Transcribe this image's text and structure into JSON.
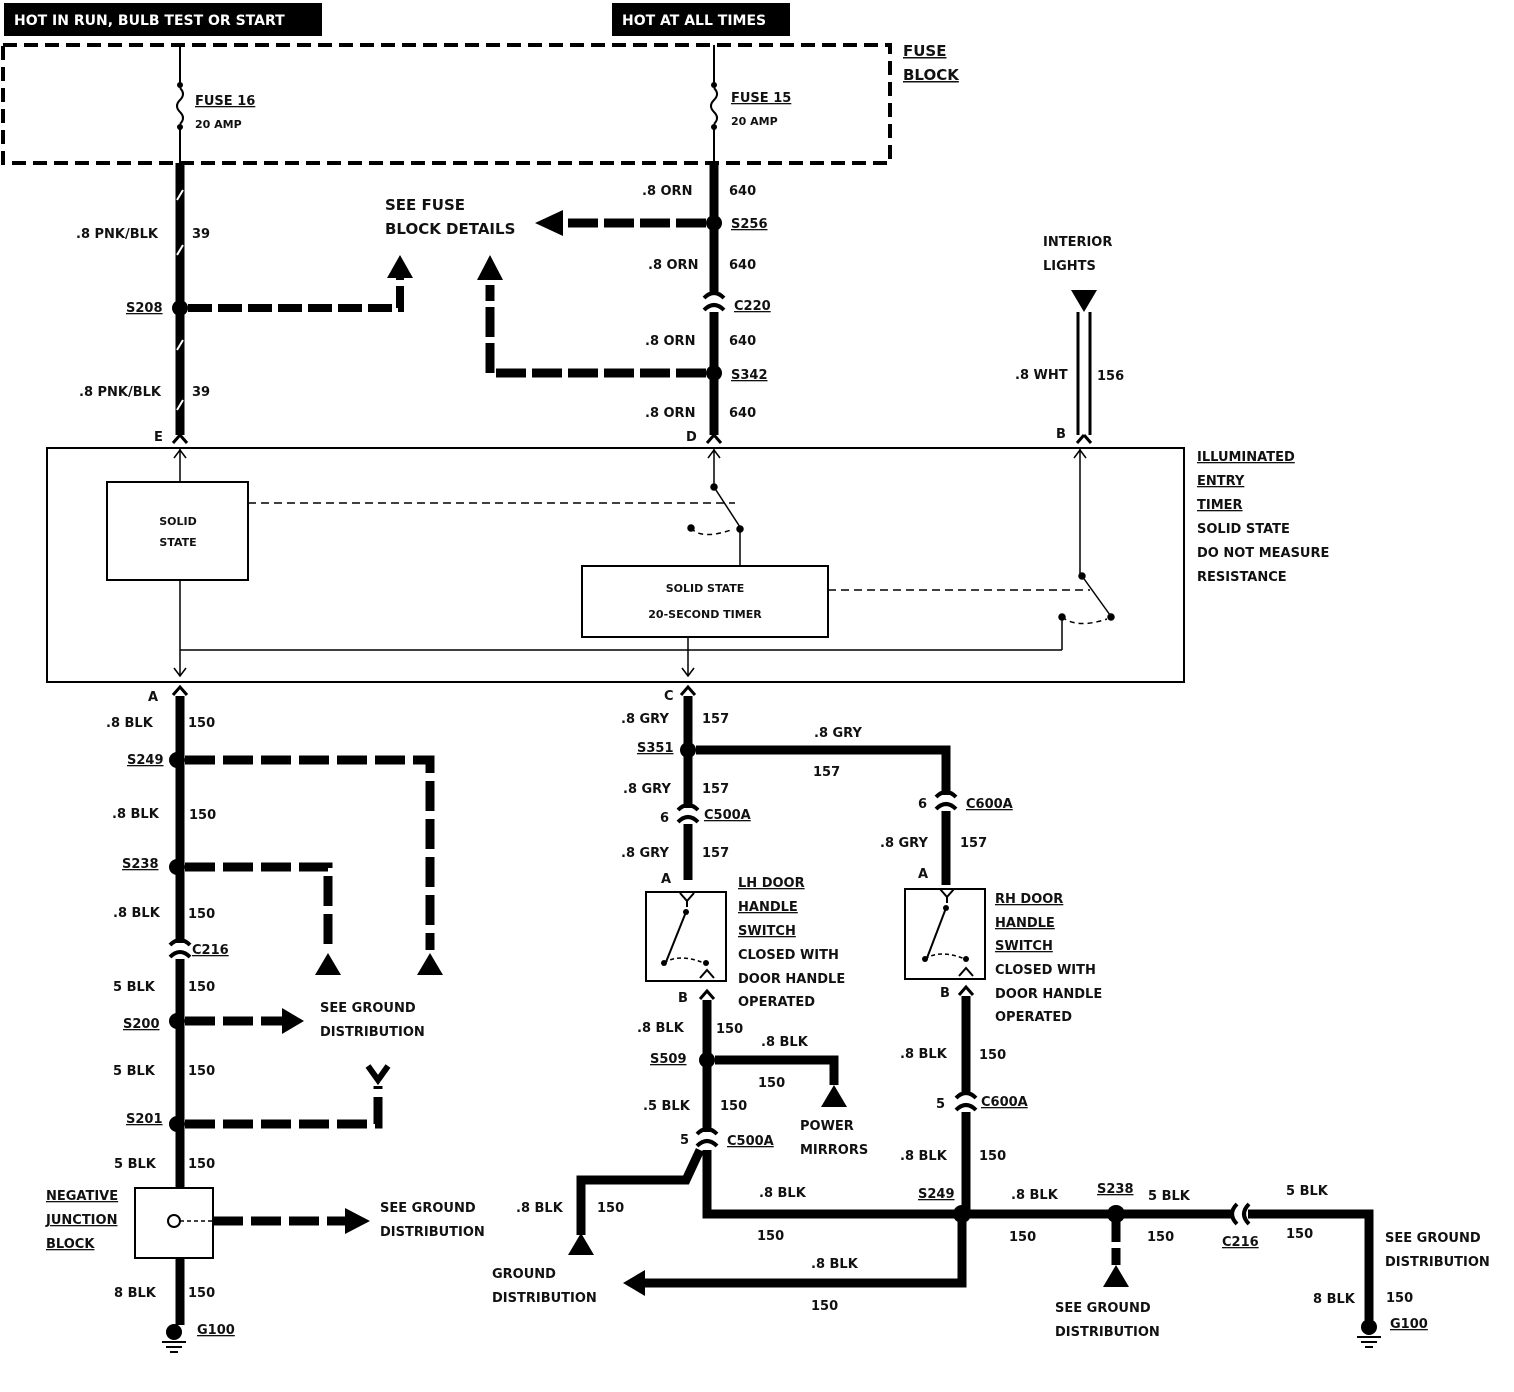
{
  "headers": {
    "hot_run": "HOT IN RUN, BULB TEST OR START",
    "hot_all": "HOT AT ALL TIMES"
  },
  "fuse_block": {
    "line1": "FUSE",
    "line2": "BLOCK"
  },
  "fuses": {
    "f16_name": "FUSE 16",
    "f16_amp": "20 AMP",
    "f15_name": "FUSE 15",
    "f15_amp": "20 AMP"
  },
  "see_fuse": {
    "line1": "SEE FUSE",
    "line2": "BLOCK DETAILS"
  },
  "interior_lights": {
    "line1": "INTERIOR",
    "line2": "LIGHTS"
  },
  "wires": {
    "pnk_blk": ".8 PNK/BLK",
    "c39": "39",
    "orn": ".8 ORN",
    "c640": "640",
    "wht": ".8 WHT",
    "c156": "156",
    "blk8": ".8 BLK",
    "blk5": "5 BLK",
    "blk8nodot": "8 BLK",
    "blk5dot": ".5 BLK",
    "c150": "150",
    "gry": ".8 GRY",
    "c157": "157"
  },
  "splices": {
    "s208": "S208",
    "s256": "S256",
    "s342": "S342",
    "s249": "S249",
    "s238": "S238",
    "s200": "S200",
    "s201": "S201",
    "s351": "S351",
    "s509": "S509"
  },
  "connectors": {
    "c220": "C220",
    "c216": "C216",
    "c500a": "C500A",
    "c600a": "C600A"
  },
  "pins": {
    "e": "E",
    "d": "D",
    "b": "B",
    "a": "A",
    "c": "C",
    "six": "6",
    "five": "5"
  },
  "timer_module": {
    "line1": "ILLUMINATED",
    "line2": "ENTRY",
    "line3": "TIMER",
    "line4": "SOLID STATE",
    "line5": "DO NOT MEASURE",
    "line6": "RESISTANCE"
  },
  "solid_state": {
    "line1": "SOLID",
    "line2": "STATE"
  },
  "timer_box": {
    "line1": "SOLID STATE",
    "line2": "20-SECOND TIMER"
  },
  "lh_switch": {
    "line1": "LH DOOR",
    "line2": "HANDLE",
    "line3": "SWITCH",
    "line4": "CLOSED WITH",
    "line5": "DOOR HANDLE",
    "line6": "OPERATED"
  },
  "rh_switch": {
    "line1": "RH DOOR",
    "line2": "HANDLE",
    "line3": "SWITCH",
    "line4": "CLOSED WITH",
    "line5": "DOOR HANDLE",
    "line6": "OPERATED"
  },
  "ground": {
    "see_line1": "SEE GROUND",
    "line2": "DISTRIBUTION",
    "gline1": "GROUND",
    "g100": "G100"
  },
  "power_mirrors": {
    "line1": "POWER",
    "line2": "MIRRORS"
  },
  "njb": {
    "line1": "NEGATIVE",
    "line2": "JUNCTION",
    "line3": "BLOCK"
  }
}
